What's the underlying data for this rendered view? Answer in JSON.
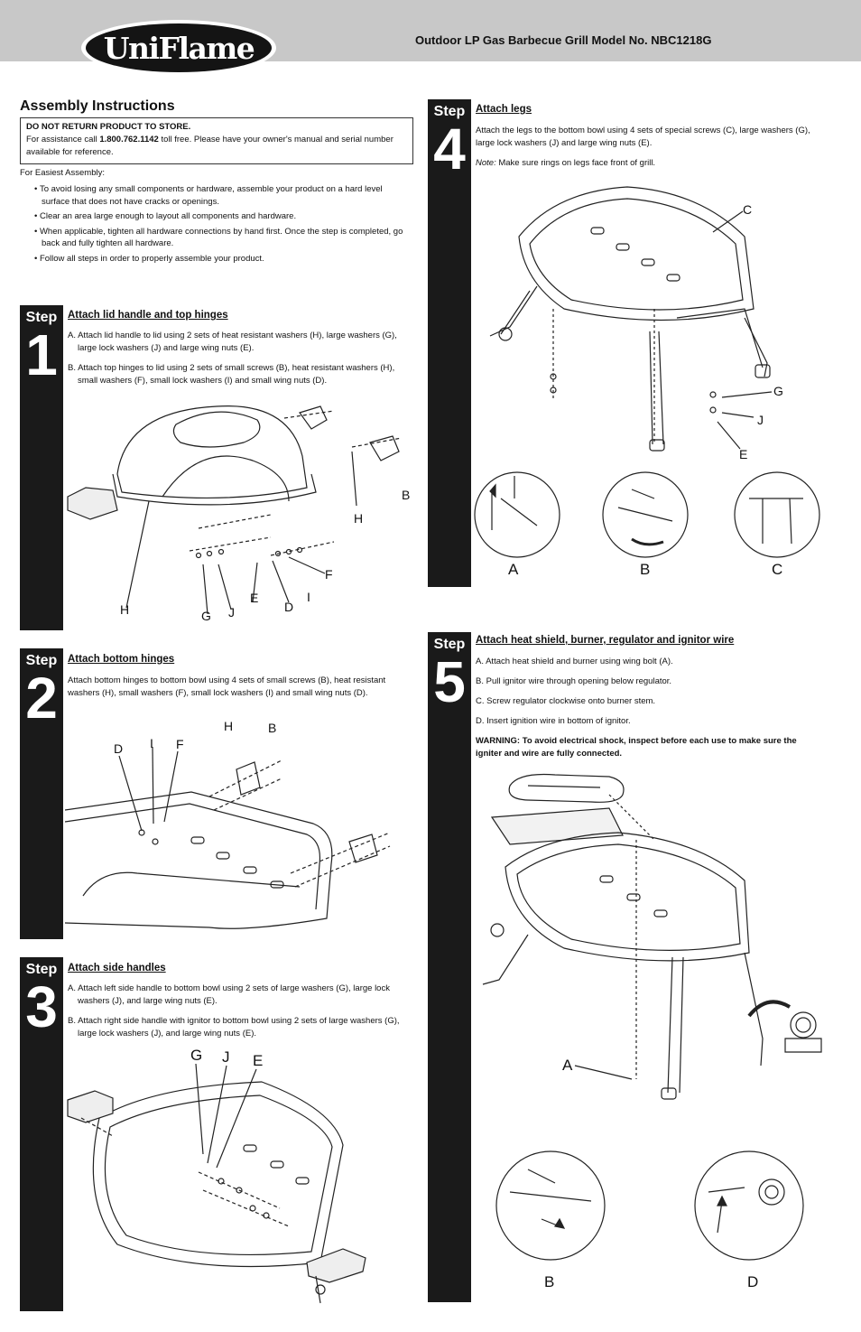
{
  "header": {
    "brand": "UniFlame",
    "model_title": "Outdoor LP Gas Barbecue Grill Model No. NBC1218G"
  },
  "intro": {
    "title": "Assembly Instructions",
    "notice_bold": "DO NOT RETURN PRODUCT TO STORE.",
    "notice_pre": "For assistance call ",
    "notice_phone": "1.800.762.1142",
    "notice_post": " toll free. Please have your owner's manual and serial number available for reference.",
    "easiest": "For Easiest Assembly:",
    "tips": [
      "To avoid losing any small components or hardware, assemble your product on a hard level surface that does not have cracks or openings.",
      "Clear an area large enough to layout all components and hardware.",
      "When applicable, tighten all hardware connections by hand first. Once the step is completed, go back and fully tighten all hardware.",
      "Follow all steps in order to properly assemble your product."
    ]
  },
  "step_word": "Step",
  "steps": {
    "s1": {
      "num": "1",
      "title": "Attach lid handle and top hinges",
      "lines": [
        "A. Attach lid handle to lid using 2 sets of heat resistant washers (H), large washers (G), large lock washers (J) and large wing nuts (E).",
        "B. Attach top hinges to lid using 2 sets of small screws (B), heat resistant washers (H), small washers (F), small lock washers (I) and small wing nuts (D)."
      ],
      "labels": {
        "b": "B",
        "h_right": "H",
        "f": "F",
        "i": "I",
        "e": "E",
        "d": "D",
        "h_left": "H",
        "g": "G",
        "j": "J"
      }
    },
    "s2": {
      "num": "2",
      "title": "Attach bottom hinges",
      "lines": [
        "Attach bottom hinges to bottom bowl using 4 sets of small screws (B), heat resistant washers (H), small washers (F), small lock washers (I) and small wing nuts (D)."
      ],
      "labels": {
        "h": "H",
        "b": "B",
        "d": "D",
        "i": "I",
        "f": "F"
      }
    },
    "s3": {
      "num": "3",
      "title": "Attach side handles",
      "lines": [
        "A. Attach left side handle to bottom bowl using 2 sets of large washers (G), large lock washers (J), and large wing nuts (E).",
        "B. Attach right side handle with ignitor to bottom bowl using 2 sets of large washers (G), large lock washers (J), and large wing nuts (E)."
      ],
      "labels": {
        "g": "G",
        "j": "J",
        "e": "E"
      }
    },
    "s4": {
      "num": "4",
      "title": "Attach legs",
      "line": "Attach the legs to the bottom bowl using 4 sets of special screws (C), large washers (G), large lock washers (J) and large wing nuts (E).",
      "note_label": "Note:",
      "note_text": " Make sure rings on legs face front of grill.",
      "labels": {
        "c": "C",
        "g": "G",
        "j": "J",
        "e": "E",
        "detail_a": "A",
        "detail_b": "B",
        "detail_c": "C"
      }
    },
    "s5": {
      "num": "5",
      "title": "Attach heat shield, burner, regulator and ignitor wire",
      "lines": [
        "A. Attach heat shield and burner using wing bolt (A).",
        "B. Pull ignitor wire through opening below regulator.",
        "C. Screw regulator clockwise onto burner stem.",
        "D. Insert ignition wire in bottom of ignitor."
      ],
      "warning": "WARNING: To avoid electrical shock, inspect before each use to make sure the igniter and wire are fully connected.",
      "labels": {
        "a": "A",
        "detail_b": "B",
        "detail_d": "D"
      }
    }
  }
}
